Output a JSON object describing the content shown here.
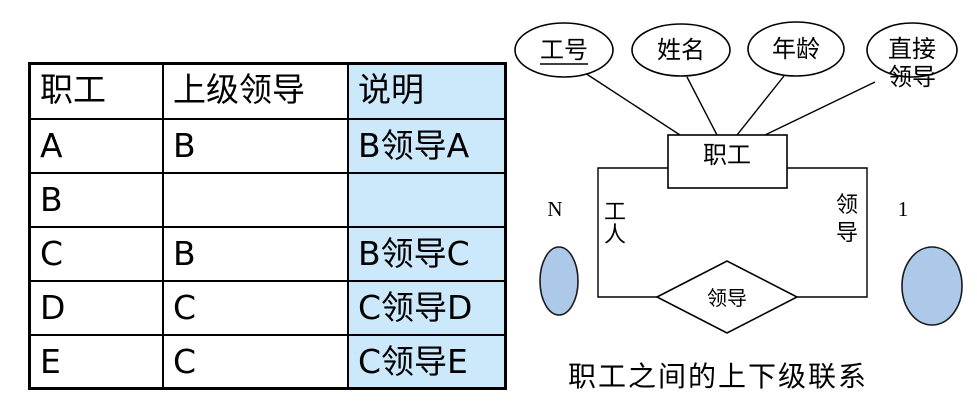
{
  "table": {
    "headers": [
      "职工",
      "上级领导",
      "说明"
    ],
    "rows": [
      {
        "employee": "A",
        "leader": "B",
        "note": "B领导A"
      },
      {
        "employee": "B",
        "leader": "",
        "note": ""
      },
      {
        "employee": "C",
        "leader": "B",
        "note": "B领导C"
      },
      {
        "employee": "D",
        "leader": "C",
        "note": "C领导D"
      },
      {
        "employee": "E",
        "leader": "C",
        "note": "C领导E"
      }
    ],
    "highlight_color": "#cbe9fb"
  },
  "er_diagram": {
    "attributes": [
      {
        "label": "工号",
        "underlined": true
      },
      {
        "label": "姓名"
      },
      {
        "label": "年龄"
      },
      {
        "label_line1": "直接",
        "label_line2": "领导"
      }
    ],
    "entity": "职工",
    "relationship": "领导",
    "cardinality_left": "N",
    "cardinality_right": "1",
    "role_left": [
      "工",
      "人"
    ],
    "role_right": [
      "领",
      "导"
    ],
    "caption": "职工之间的上下级联系",
    "ellipse_fill": "#adc9e9",
    "line_color": "#000000"
  }
}
